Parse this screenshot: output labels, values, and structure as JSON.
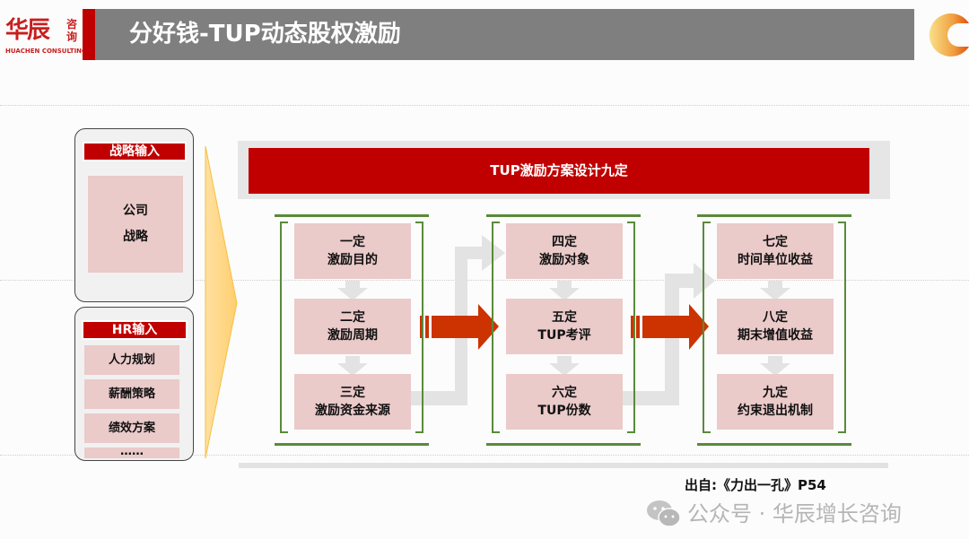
{
  "header": {
    "logo_main": "华辰",
    "logo_side": "咨询",
    "logo_sub": "HUACHEN CONSULTING",
    "title": "分好钱-TUP动态股权激励"
  },
  "inputs": {
    "strategy": {
      "heading": "战略输入",
      "lines": [
        "公司",
        "战略"
      ]
    },
    "hr": {
      "heading": "HR输入",
      "items": [
        "人力规划",
        "薪酬策略",
        "绩效方案",
        "……"
      ]
    }
  },
  "banner": {
    "title": "TUP激励方案设计九定"
  },
  "stages": [
    {
      "steps": [
        {
          "label": "一定",
          "desc": "激励目的"
        },
        {
          "label": "二定",
          "desc": "激励周期"
        },
        {
          "label": "三定",
          "desc": "激励资金来源"
        }
      ]
    },
    {
      "steps": [
        {
          "label": "四定",
          "desc": "激励对象"
        },
        {
          "label": "五定",
          "desc": "TUP考评"
        },
        {
          "label": "六定",
          "desc": "TUP份数"
        }
      ]
    },
    {
      "steps": [
        {
          "label": "七定",
          "desc": "时间单位收益"
        },
        {
          "label": "八定",
          "desc": "期末增值收益"
        },
        {
          "label": "九定",
          "desc": "约束退出机制"
        }
      ]
    }
  ],
  "footer": {
    "watermark": "公众号 · 华辰增长咨询",
    "source": "出自:《力出一孔》P54"
  },
  "colors": {
    "brand_red": "#c00000",
    "title_gray": "#7f7f7f",
    "step_pink": "#ebcaca",
    "bracket_green": "#5a8a3a",
    "arrow_orange": "#cc3300",
    "funnel_yellow": "#ffd580"
  }
}
